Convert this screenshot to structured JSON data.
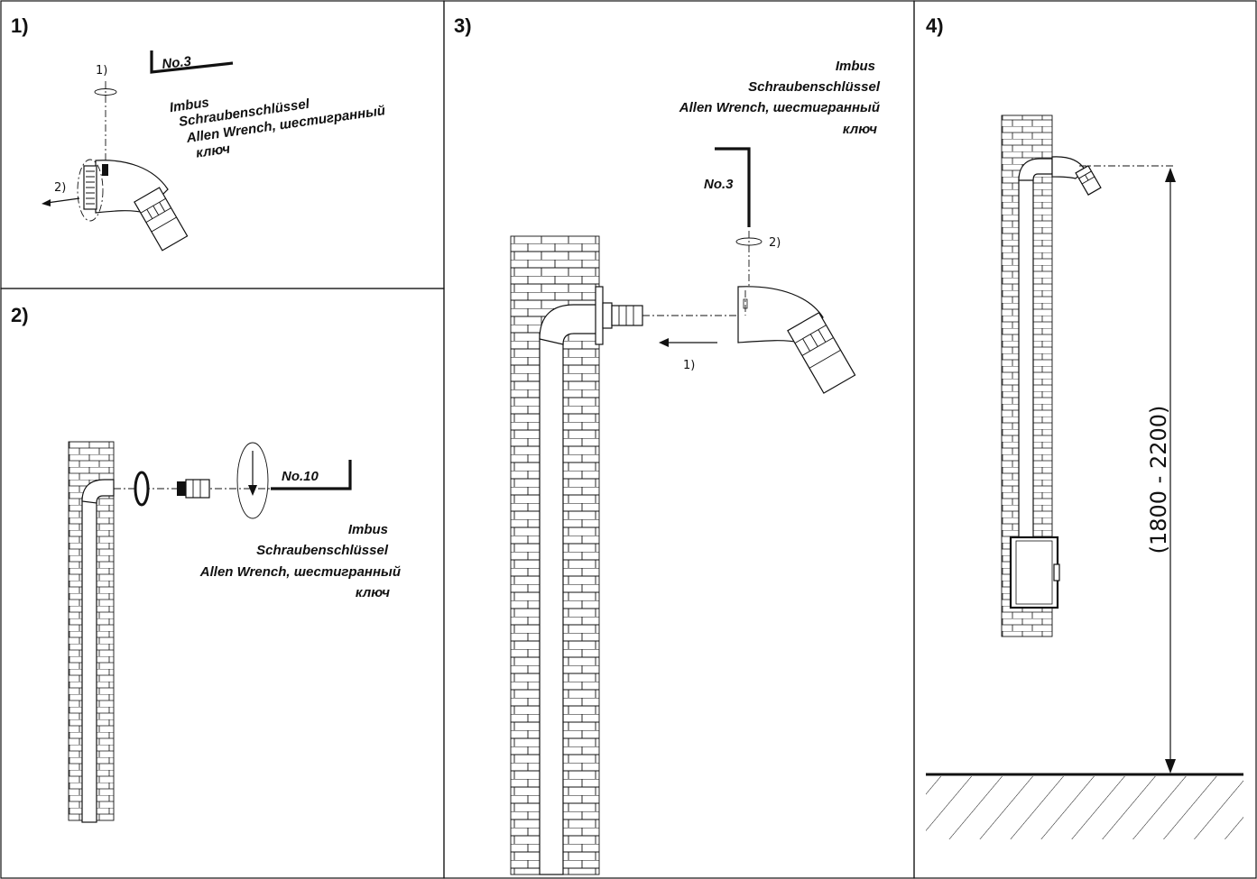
{
  "steps": {
    "s1": "1)",
    "s2": "2)",
    "s3": "3)",
    "s4": "4)"
  },
  "panel1": {
    "wrench_no": "No.3",
    "tool_line1": "Imbus",
    "tool_line2": "Schraubenschlüssel",
    "tool_line3": "Allen Wrench, шестигранный",
    "tool_line4": "ключ",
    "sub1": "1)",
    "sub2": "2)"
  },
  "panel2": {
    "wrench_no": "No.10",
    "tool_line1": "Imbus",
    "tool_line2": "Schraubenschlüssel",
    "tool_line3": "Allen Wrench, шестигранный",
    "tool_line4": "ключ"
  },
  "panel3": {
    "wrench_no": "No.3",
    "tool_line1": "Imbus",
    "tool_line2": "Schraubenschlüssel",
    "tool_line3": "Allen Wrench, шестигранный",
    "tool_line4": "ключ",
    "sub1": "1)",
    "sub2": "2)"
  },
  "panel4": {
    "dimension": "(1800 - 2200)"
  }
}
